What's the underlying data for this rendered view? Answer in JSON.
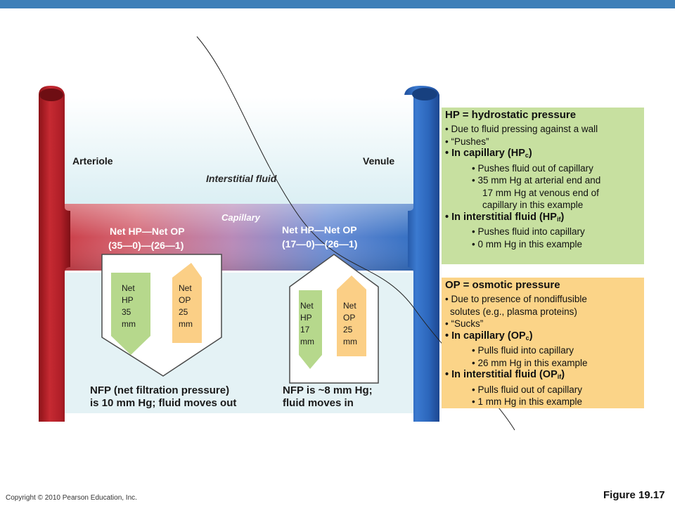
{
  "labels": {
    "arteriole": "Arteriole",
    "venule": "Venule",
    "interstitial_fluid": "Interstitial fluid",
    "capillary": "Capillary"
  },
  "left_calc": {
    "line1": "Net HP—Net OP",
    "line2": "(35—0)—(26—1)",
    "hp": [
      "Net",
      "HP",
      "35",
      "mm"
    ],
    "op": [
      "Net",
      "OP",
      "25",
      "mm"
    ],
    "nfp1": "NFP (net filtration pressure)",
    "nfp2": "is 10 mm Hg; fluid moves out"
  },
  "right_calc": {
    "line1": "Net HP—Net OP",
    "line2": "(17—0)—(26—1)",
    "hp": [
      "Net",
      "HP",
      "17",
      "mm"
    ],
    "op": [
      "Net",
      "OP",
      "25",
      "mm"
    ],
    "nfp1": "NFP is ~8 mm Hg;",
    "nfp2": "fluid moves in"
  },
  "hp_panel": {
    "title": "HP = hydrostatic pressure",
    "l1": "• Due to fluid pressing against a wall",
    "l2": "• “Pushes”",
    "l3_pre": "• In capillary (HP",
    "l3_sub": "c",
    "l3_post": ")",
    "l4": "• Pushes fluid out of capillary",
    "l5": "• 35 mm Hg at arterial end and",
    "l6": "17 mm Hg at venous end of",
    "l7": "capillary in this example",
    "l8_pre": "•  In interstitial fluid (HP",
    "l8_sub": "if",
    "l8_post": ")",
    "l9": "• Pushes fluid into capillary",
    "l10": "• 0 mm Hg in this example"
  },
  "op_panel": {
    "title": "OP = osmotic pressure",
    "l1": "• Due to presence of nondiffusible",
    "l2": "solutes (e.g., plasma proteins)",
    "l3": "• “Sucks”",
    "l4_pre": "• In capillary (OP",
    "l4_sub": "c",
    "l4_post": ")",
    "l5": "• Pulls fluid into capillary",
    "l6": "• 26 mm Hg in this example",
    "l7_pre": "• In interstitial fluid (OP",
    "l7_sub": "if",
    "l7_post": ")",
    "l8": "• Pulls fluid out of capillary",
    "l9": "• 1 mm Hg in this example"
  },
  "footer": {
    "copyright": "Copyright © 2010 Pearson Education, Inc.",
    "figure": "Figure 19.17"
  },
  "colors": {
    "arteriole_red": "#b3202a",
    "venule_blue": "#2f6cc0",
    "hp_panel": "#c7e0a0",
    "op_panel": "#fbd488",
    "hp_arrow": "#b6d88c",
    "op_arrow": "#fbcf86",
    "topbar": "#3e7fb8"
  }
}
